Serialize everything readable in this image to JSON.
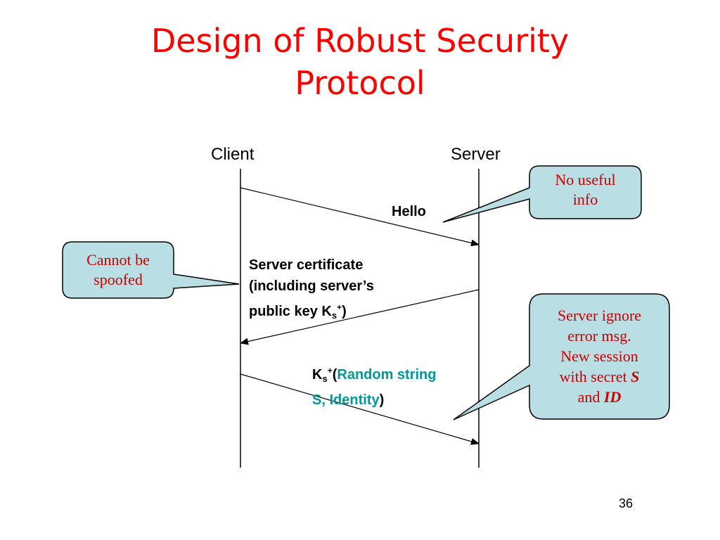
{
  "title": {
    "line1": "Design of Robust Security",
    "line2": "Protocol"
  },
  "participants": {
    "client": "Client",
    "server": "Server"
  },
  "messages": {
    "hello": "Hello",
    "cert_line1": "Server certificate",
    "cert_line2": "(including server’s",
    "cert_line3_prefix": "public key K",
    "cert_sub": "s",
    "cert_sup": "+",
    "cert_suffix": ")",
    "k_prefix": "K",
    "k_sub": "s",
    "k_sup": "+",
    "k_open": "(",
    "k_teal1": "Random string",
    "k_teal2": "S, Identity",
    "k_close": ")"
  },
  "callouts": {
    "no_useful": {
      "line1": "No useful",
      "line2": "info"
    },
    "cannot_spoof": {
      "line1": "Cannot be",
      "line2": "spoofed"
    },
    "server_ignore": {
      "line1": "Server ignore",
      "line2": "error msg.",
      "line3": "New session",
      "line4_prefix": "with secret ",
      "line4_bold": "S",
      "line5_prefix": "and ",
      "line5_bold": "ID"
    }
  },
  "page_number": "36",
  "colors": {
    "title": "#ff0000",
    "callout_fill": "#b9dfe4",
    "callout_text": "#cc0000",
    "teal": "#009999"
  }
}
